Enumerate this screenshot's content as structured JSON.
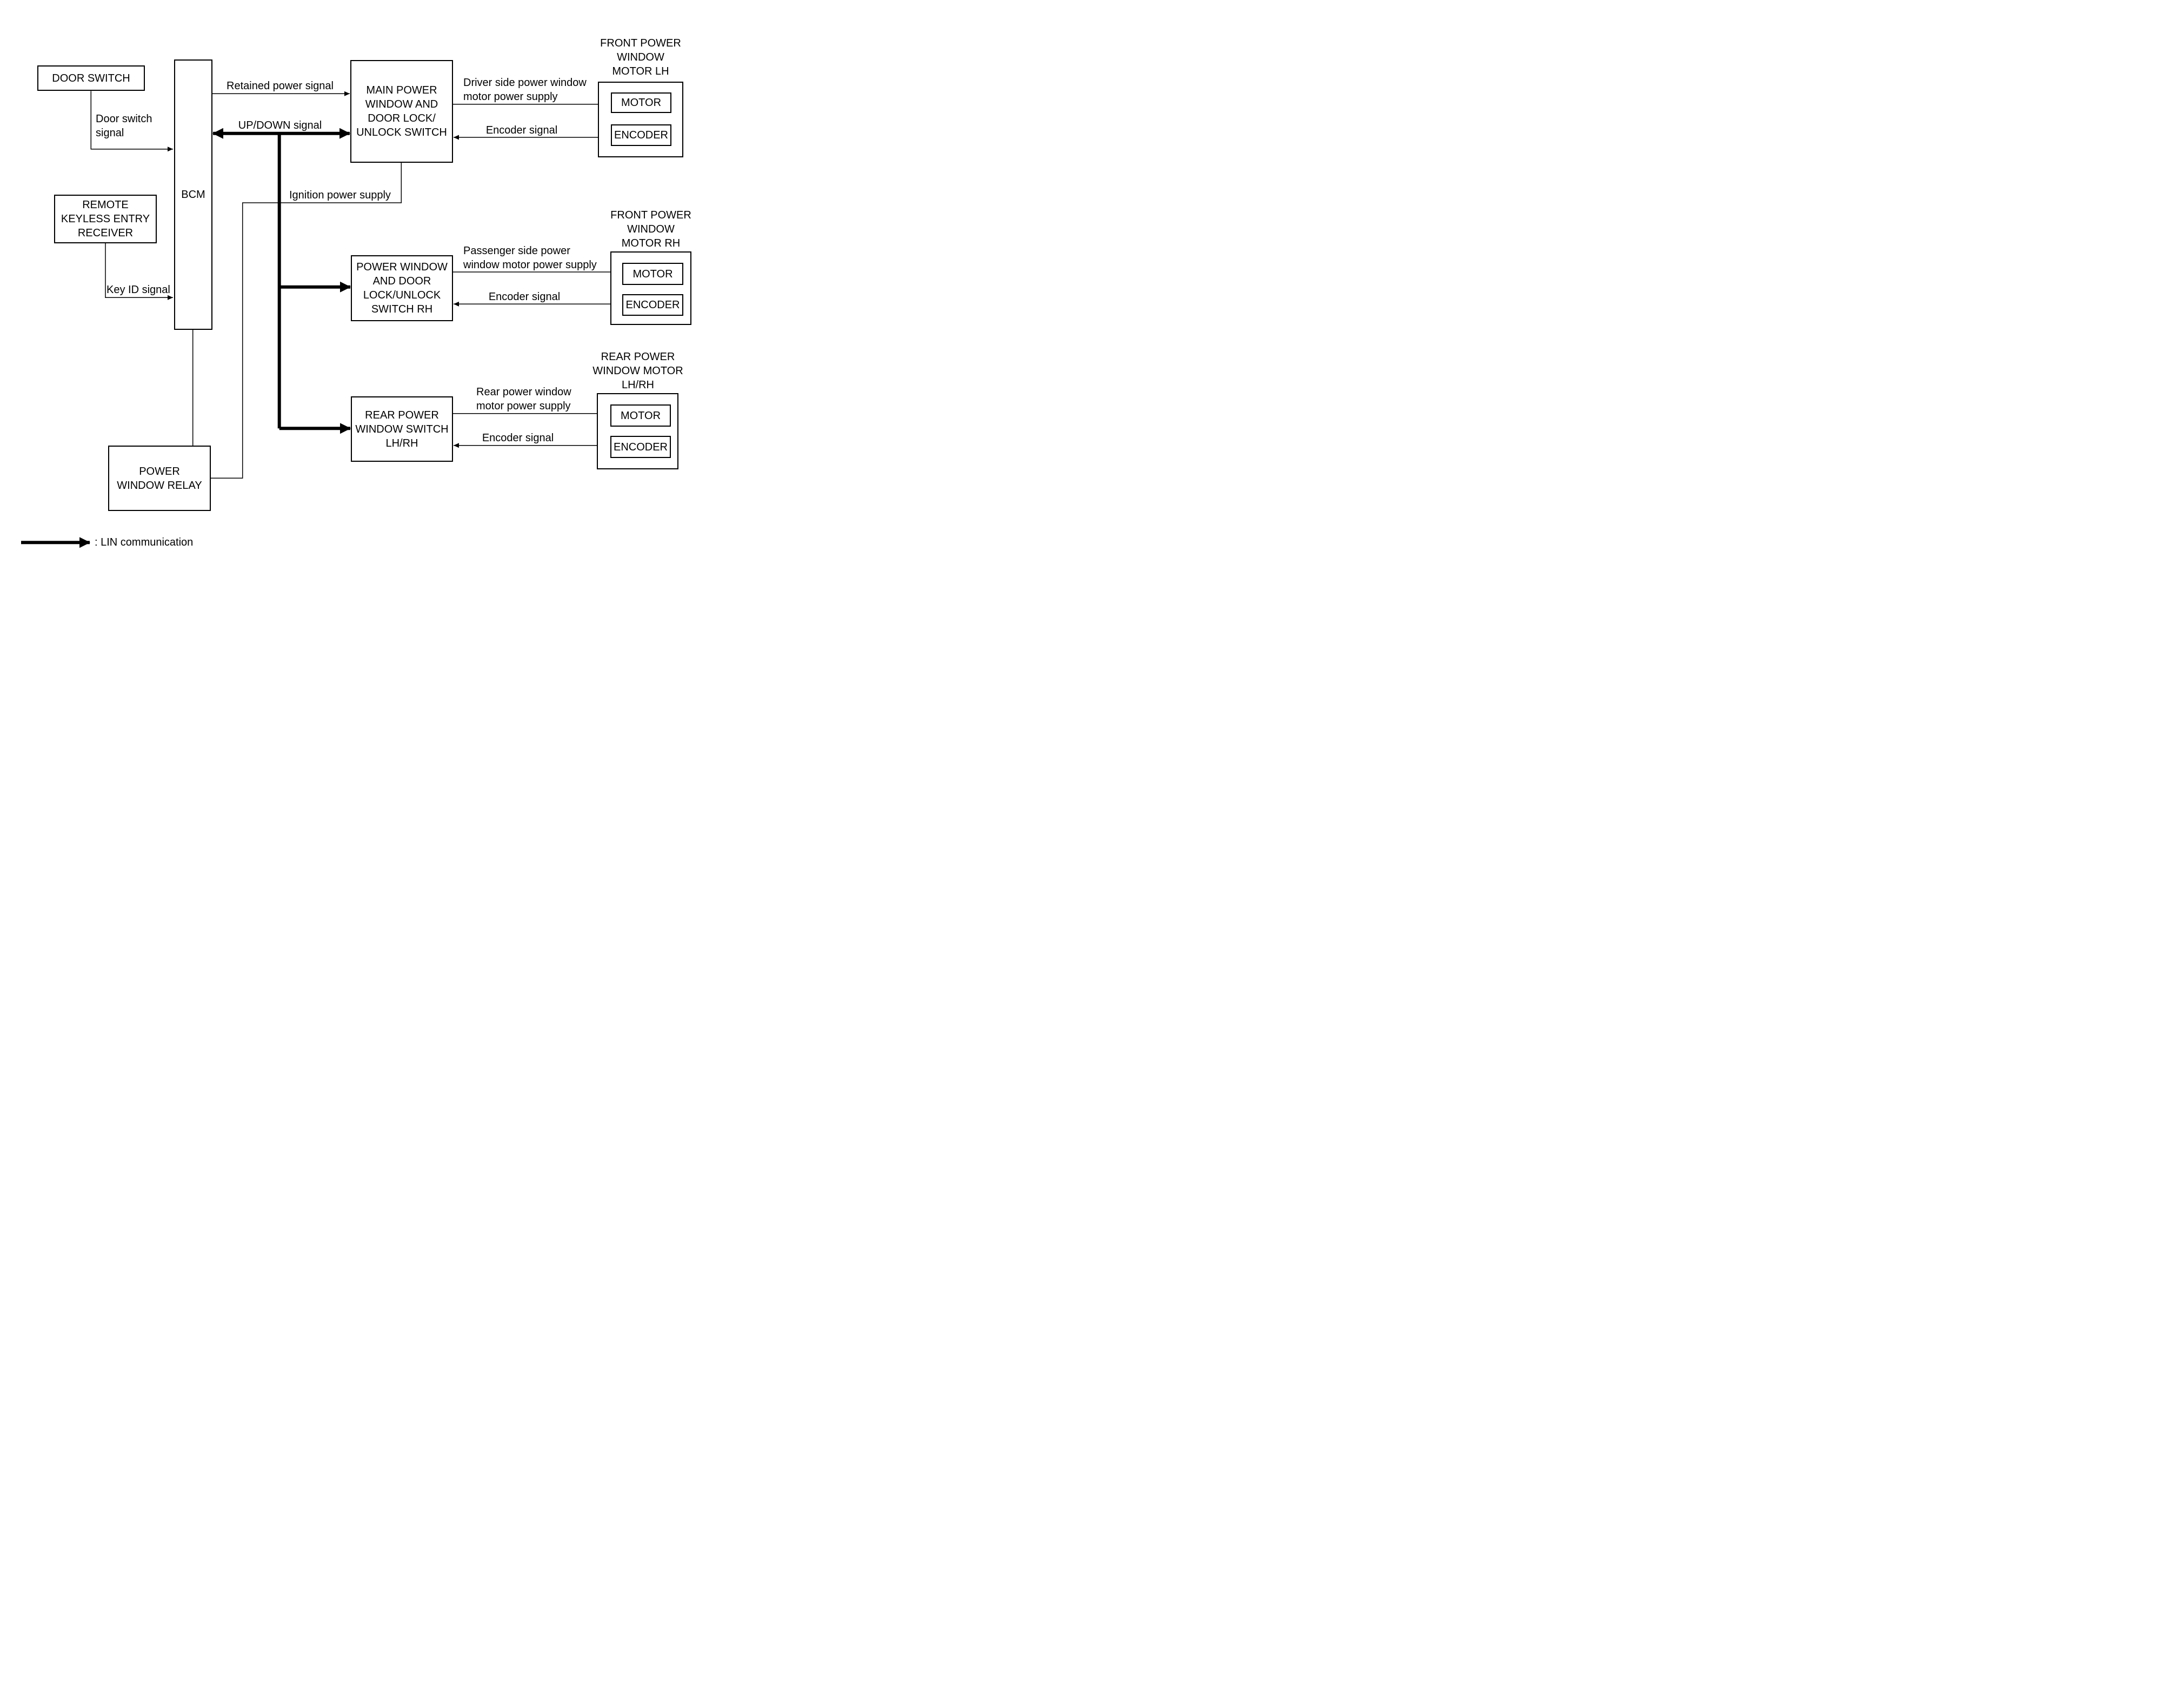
{
  "diagram": {
    "boxes": {
      "door_switch": "DOOR SWITCH",
      "bcm": "BCM",
      "remote_receiver": "REMOTE\nKEYLESS ENTRY\nRECEIVER",
      "power_window_relay": "POWER\nWINDOW RELAY",
      "main_switch": "MAIN POWER\nWINDOW AND\nDOOR LOCK/\nUNLOCK SWITCH",
      "rh_switch": "POWER WINDOW\nAND DOOR\nLOCK/UNLOCK\nSWITCH RH",
      "rear_switch": "REAR POWER\nWINDOW SWITCH\nLH/RH"
    },
    "motor_assemblies": [
      {
        "id": "front-lh",
        "title": "FRONT POWER\nWINDOW\nMOTOR LH",
        "motor": "MOTOR",
        "encoder": "ENCODER"
      },
      {
        "id": "front-rh",
        "title": "FRONT POWER\nWINDOW\nMOTOR RH",
        "motor": "MOTOR",
        "encoder": "ENCODER"
      },
      {
        "id": "rear",
        "title": "REAR POWER\nWINDOW MOTOR\nLH/RH",
        "motor": "MOTOR",
        "encoder": "ENCODER"
      }
    ],
    "signal_labels": {
      "retained_power": "Retained power signal",
      "up_down": "UP/DOWN signal",
      "ignition_power": "Ignition power supply",
      "door_switch": "Door switch\nsignal",
      "key_id": "Key ID signal",
      "driver_supply": "Driver side power window\nmotor power supply",
      "encoder_lh": "Encoder signal",
      "passenger_supply": "Passenger side power\nwindow motor power supply",
      "encoder_rh": "Encoder signal",
      "rear_supply": "Rear power window\nmotor power supply",
      "encoder_rear": "Encoder signal"
    },
    "legend": ": LIN communication",
    "colors": {
      "line": "#000000",
      "background": "#ffffff"
    }
  }
}
